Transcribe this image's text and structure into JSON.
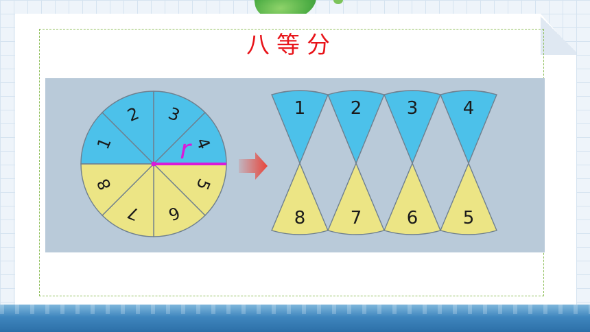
{
  "title": "八等分",
  "radius_label": "r",
  "circle_labels": [
    "2",
    "3",
    "1",
    "4",
    "8",
    "5",
    "7",
    "6"
  ],
  "strip_top_labels": [
    "1",
    "2",
    "3",
    "4"
  ],
  "strip_bottom_labels": [
    "8",
    "7",
    "6",
    "5"
  ],
  "colors": {
    "title": "#e8141a",
    "blue_sector": "#4cc1ea",
    "yellow_sector": "#ece585",
    "radius": "#d91ad9",
    "arrow": "#e8453a",
    "panel": "#b9cad9"
  }
}
